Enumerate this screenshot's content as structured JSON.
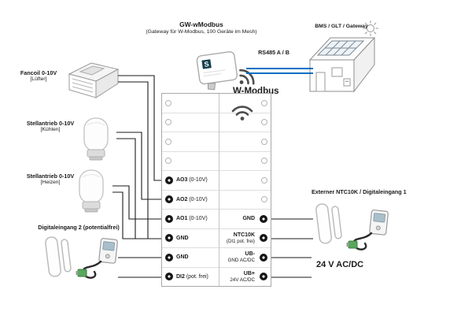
{
  "header": {
    "gateway_title": "GW-wModbus",
    "gateway_subtitle": "(Gateway für W-Modbus, 100 Geräte im Mesh)",
    "logo_letter": "S",
    "rs485_label": "RS485 A / B",
    "wmodbus_label": "W-Modbus",
    "bms_label": "BMS / GLT / Gateway"
  },
  "left_devices": [
    {
      "label": "Fancoil 0-10V",
      "note": "[Lüfter]"
    },
    {
      "label": "Stellantrieb 0-10V",
      "note": "[Kühlen]"
    },
    {
      "label": "Stellantrieb 0-10V",
      "note": "[Heizen]"
    },
    {
      "label": "Digitaleingang 2 (potentialfrei)",
      "note": ""
    }
  ],
  "right_side": {
    "sensor_label": "Externer NTC10K / Digitaleingang 1",
    "power_label": "24 V AC/DC"
  },
  "terminal_block": {
    "left": [
      {
        "label": "AO3",
        "sub": " (0-10V)"
      },
      {
        "label": "AO2",
        "sub": " (0-10V)"
      },
      {
        "label": "AO1",
        "sub": " (0-10V)"
      },
      {
        "label": "GND",
        "sub": ""
      },
      {
        "label": "GND",
        "sub": ""
      },
      {
        "label": "DI2",
        "sub": " (pot. frei)"
      }
    ],
    "right": [
      {
        "label": "GND",
        "sub": ""
      },
      {
        "label": "NTC10K",
        "sub": "(DI1 pot. frei)"
      },
      {
        "label": "UB-",
        "sub": "GND AC/DC"
      },
      {
        "label": "UB+",
        "sub": "24V AC/DC"
      }
    ]
  },
  "colors": {
    "rs485_line": "#0070c0",
    "wire": "#1a1a1a",
    "wifi": "#4d4d4d"
  }
}
